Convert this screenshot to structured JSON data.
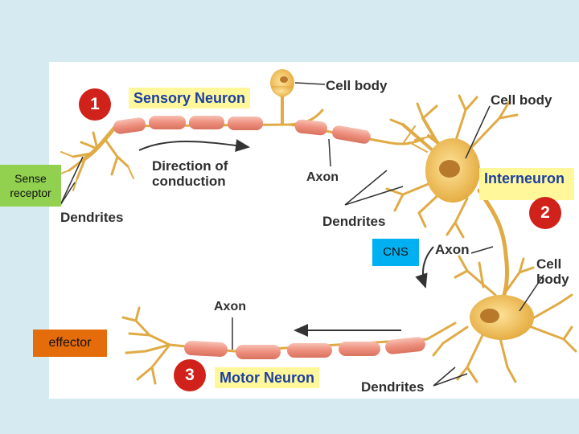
{
  "diagram": {
    "sensory_badge": "1",
    "sensory_title": "Sensory Neuron",
    "sensory_cell_body": "Cell body",
    "sensory_axon": "Axon",
    "sensory_dendrites": "Dendrites",
    "direction_line1": "Direction of",
    "direction_line2": "conduction",
    "inter_cell_body": "Cell body",
    "inter_title": "Interneuron",
    "inter_badge": "2",
    "inter_dendrites": "Dendrites",
    "inter_axon": "Axon",
    "motor_cell_body_line1": "Cell",
    "motor_cell_body_line2": "body",
    "motor_axon": "Axon",
    "motor_title": "Motor Neuron",
    "motor_badge": "3",
    "motor_dendrites": "Dendrites"
  },
  "overlays": {
    "sense_line1": "Sense",
    "sense_line2": "receptor",
    "cns": "CNS",
    "effector": "effector"
  },
  "colors": {
    "background": "#d6eaf1",
    "neuron_body": "#f2c45c",
    "myelin": "#ef9a8a",
    "title_highlight": "#fff799",
    "badge": "#d0211b",
    "sense_box": "#92d050",
    "cns_box": "#00b0f0",
    "effector_box": "#e46c0a"
  }
}
